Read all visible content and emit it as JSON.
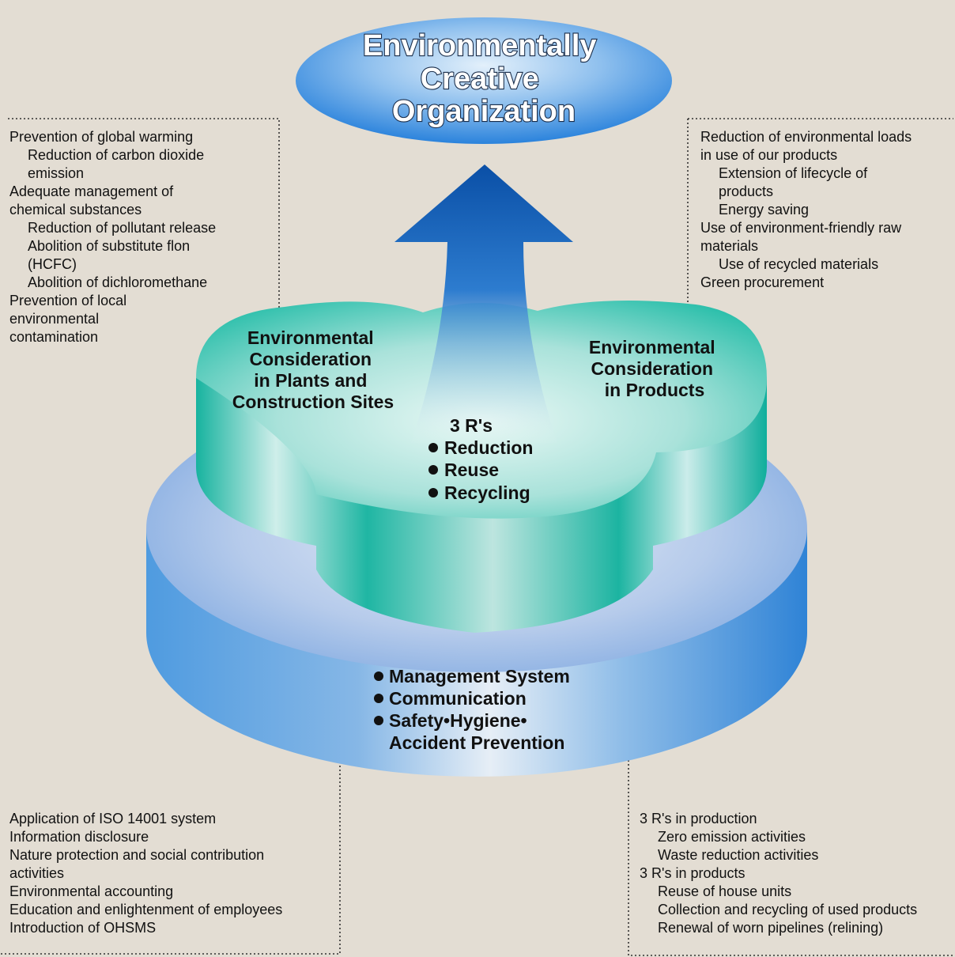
{
  "title": {
    "line1": "Environmentally",
    "line2": "Creative",
    "line3": "Organization"
  },
  "plants": {
    "heading": [
      "Environmental",
      "Consideration",
      "in Plants and",
      "Construction Sites"
    ],
    "items": [
      {
        "text": "Prevention of global warming",
        "indent": false
      },
      {
        "text": "Reduction of carbon dioxide",
        "indent": true
      },
      {
        "text": "emission",
        "indent": true
      },
      {
        "text": "Adequate management of",
        "indent": false
      },
      {
        "text": "chemical substances",
        "indent": false
      },
      {
        "text": "Reduction of pollutant release",
        "indent": true
      },
      {
        "text": "Abolition of substitute flon",
        "indent": true
      },
      {
        "text": "(HCFC)",
        "indent": true
      },
      {
        "text": "Abolition of dichloromethane",
        "indent": true
      },
      {
        "text": "Prevention of local",
        "indent": false
      },
      {
        "text": "environmental",
        "indent": false
      },
      {
        "text": "contamination",
        "indent": false
      }
    ]
  },
  "products": {
    "heading": [
      "Environmental",
      "Consideration",
      "in Products"
    ],
    "items": [
      {
        "text": "Reduction of environmental loads",
        "indent": false
      },
      {
        "text": "in use of our products",
        "indent": false
      },
      {
        "text": "Extension of lifecycle of",
        "indent": true
      },
      {
        "text": "products",
        "indent": true
      },
      {
        "text": "Energy saving",
        "indent": true
      },
      {
        "text": "Use of environment-friendly raw",
        "indent": false
      },
      {
        "text": "materials",
        "indent": false
      },
      {
        "text": "Use of recycled materials",
        "indent": true
      },
      {
        "text": "Green procurement",
        "indent": false
      }
    ]
  },
  "three_rs": {
    "heading": "3 R's",
    "bullets": [
      "Reduction",
      "Reuse",
      "Recycling"
    ],
    "items": [
      {
        "text": "3 R's in production",
        "indent": false
      },
      {
        "text": "Zero emission activities",
        "indent": true
      },
      {
        "text": "Waste reduction activities",
        "indent": true
      },
      {
        "text": "3 R's in products",
        "indent": false
      },
      {
        "text": "Reuse of house units",
        "indent": true
      },
      {
        "text": "Collection and recycling of used products",
        "indent": true
      },
      {
        "text": "Renewal of worn pipelines (relining)",
        "indent": true
      }
    ]
  },
  "base": {
    "bullets": [
      "Management System",
      "Communication",
      "Safety•Hygiene•"
    ],
    "continuation": "Accident Prevention",
    "items": [
      {
        "text": "Application of ISO 14001 system",
        "indent": false
      },
      {
        "text": "Information disclosure",
        "indent": false
      },
      {
        "text": "Nature protection and social contribution",
        "indent": false
      },
      {
        "text": "activities",
        "indent": false
      },
      {
        "text": "Environmental accounting",
        "indent": false
      },
      {
        "text": "Education and enlightenment of employees",
        "indent": false
      },
      {
        "text": "Introduction of OHSMS",
        "indent": false
      }
    ]
  },
  "colors": {
    "background": "#e3ddd3",
    "base_blue": "#3f8ed8",
    "upper_teal": "#21b9a6",
    "arrow_navy": "#0b4ea3",
    "oval_blue": "#3a8fe0"
  }
}
